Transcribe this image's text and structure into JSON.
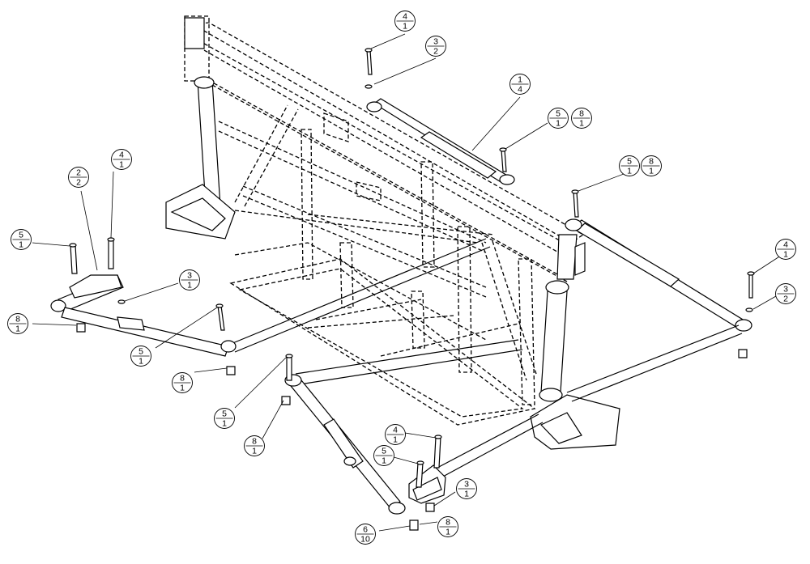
{
  "callouts": [
    {
      "id": "c1",
      "item": "4",
      "qty": "1"
    },
    {
      "id": "c2",
      "item": "3",
      "qty": "2"
    },
    {
      "id": "c3",
      "item": "1",
      "qty": "4"
    },
    {
      "id": "c4",
      "item": "5",
      "qty": "1"
    },
    {
      "id": "c5",
      "item": "8",
      "qty": "1"
    },
    {
      "id": "c6",
      "item": "5",
      "qty": "1"
    },
    {
      "id": "c7",
      "item": "8",
      "qty": "1"
    },
    {
      "id": "c8",
      "item": "2",
      "qty": "2"
    },
    {
      "id": "c9",
      "item": "4",
      "qty": "1"
    },
    {
      "id": "c10",
      "item": "5",
      "qty": "1"
    },
    {
      "id": "c11",
      "item": "3",
      "qty": "1"
    },
    {
      "id": "c12",
      "item": "8",
      "qty": "1"
    },
    {
      "id": "c13",
      "item": "5",
      "qty": "1"
    },
    {
      "id": "c14",
      "item": "8",
      "qty": "1"
    },
    {
      "id": "c15",
      "item": "4",
      "qty": "1"
    },
    {
      "id": "c16",
      "item": "3",
      "qty": "2"
    },
    {
      "id": "c17",
      "item": "5",
      "qty": "1"
    },
    {
      "id": "c18",
      "item": "8",
      "qty": "1"
    },
    {
      "id": "c19",
      "item": "4",
      "qty": "1"
    },
    {
      "id": "c20",
      "item": "5",
      "qty": "1"
    },
    {
      "id": "c21",
      "item": "3",
      "qty": "1"
    },
    {
      "id": "c22",
      "item": "6",
      "qty": "10"
    },
    {
      "id": "c23",
      "item": "8",
      "qty": "1"
    }
  ]
}
